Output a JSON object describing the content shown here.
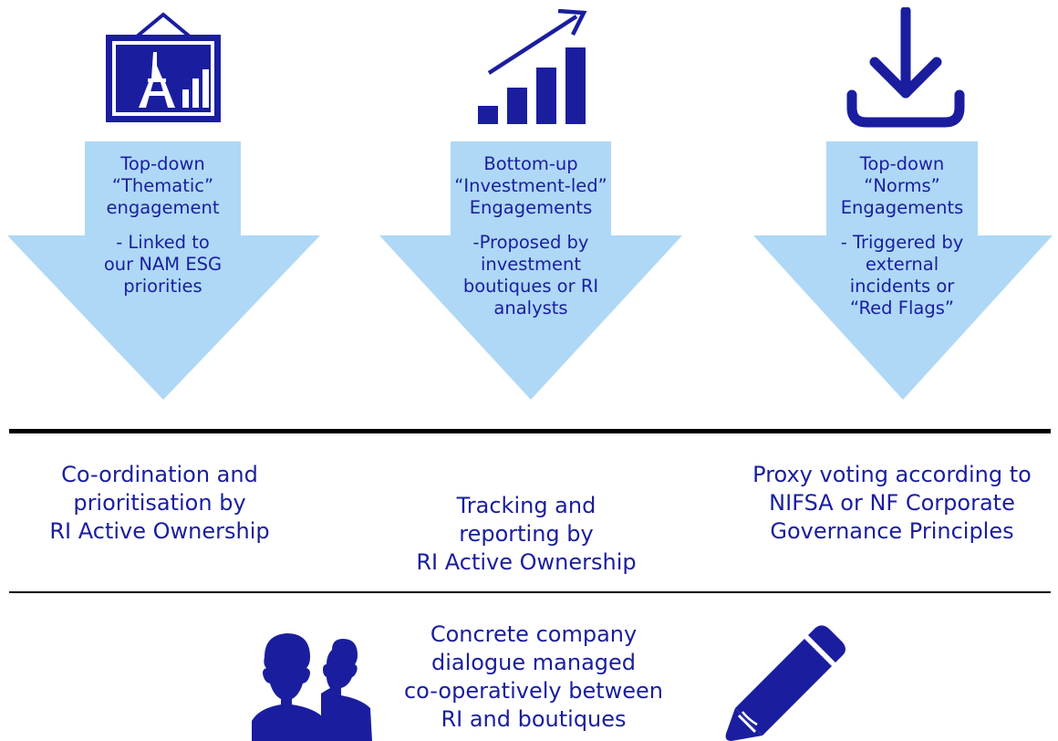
{
  "colors": {
    "primary": "#1a1e9e",
    "arrow_fill": "#aed8f5",
    "rule": "#000000"
  },
  "columns": [
    {
      "icon": "paris-picture-frame-icon",
      "title_lines": [
        "Top-down",
        "“Thematic”",
        "engagement"
      ],
      "detail_lines": [
        "- Linked to",
        "our NAM ESG",
        "priorities"
      ]
    },
    {
      "icon": "growth-bar-chart-icon",
      "title_lines": [
        "Bottom-up",
        "“Investment-led”",
        "Engagements"
      ],
      "detail_lines": [
        "-Proposed by",
        "investment",
        "boutiques or RI",
        "analysts"
      ]
    },
    {
      "icon": "download-icon",
      "title_lines": [
        "Top-down",
        "“Norms”",
        "Engagements"
      ],
      "detail_lines": [
        "- Triggered by",
        "external",
        "incidents or",
        "“Red Flags”"
      ]
    }
  ],
  "middle": [
    {
      "lines": [
        "Co-ordination and",
        "prioritisation by",
        "RI Active Ownership"
      ]
    },
    {
      "lines": [
        "Tracking and",
        "reporting by",
        "RI Active Ownership"
      ]
    },
    {
      "lines": [
        "Proxy voting according to",
        "NIFSA or NF Corporate",
        "Governance Principles"
      ]
    }
  ],
  "bottom": {
    "left_icon": "people-icon",
    "right_icon": "pencil-icon",
    "lines": [
      "Concrete company",
      "dialogue managed",
      "co-operatively between",
      "RI and boutiques"
    ]
  }
}
